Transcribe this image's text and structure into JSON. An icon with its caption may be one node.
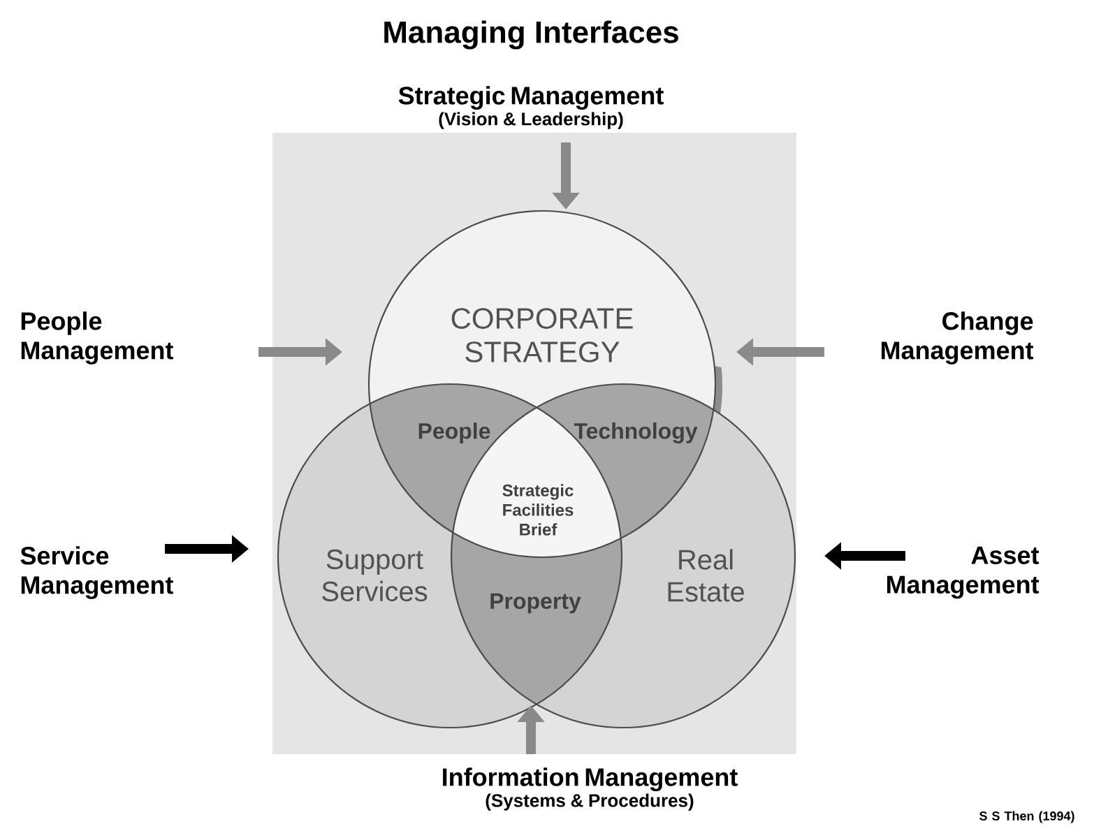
{
  "diagram": {
    "title": "Managing Interfaces",
    "nodes": [
      {
        "text": [
          "CORPORATE STRATEGY"
        ]
      },
      {
        "text": [
          "Support Services"
        ]
      },
      {
        "text": [
          "Real Estate"
        ]
      },
      {
        "text": [
          "Strategic Management",
          "(Vision & Leadership)"
        ]
      },
      {
        "text": [
          "People Management"
        ]
      },
      {
        "text": [
          "Change Management"
        ]
      },
      {
        "text": [
          "Service Management"
        ]
      },
      {
        "text": [
          "Asset Management"
        ]
      },
      {
        "text": [
          "Information Management",
          "(Systems & Procedures)"
        ]
      }
    ],
    "edges": [
      {
        "from": 3,
        "to": 0,
        "arrow": "to"
      },
      {
        "from": 4,
        "to": 0,
        "arrow": "to"
      },
      {
        "from": 5,
        "to": 0,
        "arrow": "to"
      },
      {
        "from": 6,
        "to": 1,
        "arrow": "to",
        "color": "#000000"
      },
      {
        "from": 7,
        "to": 2,
        "arrow": "to",
        "color": "#000000"
      },
      {
        "from": 8,
        "to": 1,
        "arrow": "to"
      }
    ],
    "labels": [
      "People",
      "Technology",
      "Strategic Facilities Brief",
      "Property",
      "S S Then (1994)"
    ]
  }
}
